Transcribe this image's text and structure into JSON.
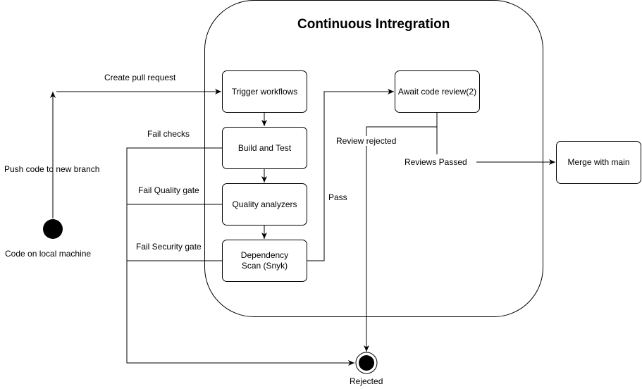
{
  "container": {
    "title": "Continuous Intregration"
  },
  "nodes": {
    "trigger": "Trigger  workflows",
    "build": "Build and Test",
    "quality": "Quality analyzers",
    "dependency": "Dependency Scan (Snyk)",
    "await": "Await code review(2)",
    "merge": "Merge with main"
  },
  "labels": {
    "create_pr": "Create pull request",
    "push_code": "Push code to new branch",
    "local_machine": "Code on local machine",
    "fail_checks": "Fail checks",
    "fail_quality": "Fail Quality gate",
    "fail_security": "Fail Security gate",
    "pass": "Pass",
    "review_rejected": "Review rejected",
    "reviews_passed": "Reviews Passed",
    "rejected": "Rejected"
  }
}
